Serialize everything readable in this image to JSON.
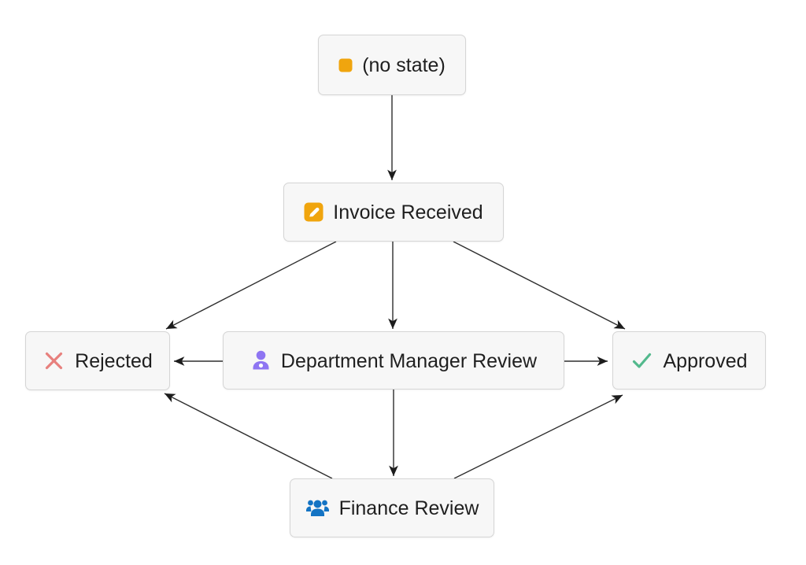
{
  "diagram": {
    "nodes": [
      {
        "id": "no-state",
        "label": "(no state)",
        "icon": "state-square-icon",
        "icon_color": "#F0A50E"
      },
      {
        "id": "invoice-received",
        "label": "Invoice Received",
        "icon": "edit-pencil-icon",
        "icon_color": "#F0A50E"
      },
      {
        "id": "rejected",
        "label": "Rejected",
        "icon": "cross-icon",
        "icon_color": "#E7807D"
      },
      {
        "id": "department-manager-review",
        "label": "Department Manager Review",
        "icon": "person-icon",
        "icon_color": "#8E75F2"
      },
      {
        "id": "approved",
        "label": "Approved",
        "icon": "check-icon",
        "icon_color": "#53B98D"
      },
      {
        "id": "finance-review",
        "label": "Finance Review",
        "icon": "people-group-icon",
        "icon_color": "#1474C4"
      }
    ],
    "edges": [
      {
        "from": "no-state",
        "to": "invoice-received"
      },
      {
        "from": "invoice-received",
        "to": "rejected"
      },
      {
        "from": "invoice-received",
        "to": "department-manager-review"
      },
      {
        "from": "invoice-received",
        "to": "approved"
      },
      {
        "from": "department-manager-review",
        "to": "rejected"
      },
      {
        "from": "department-manager-review",
        "to": "approved"
      },
      {
        "from": "department-manager-review",
        "to": "finance-review"
      },
      {
        "from": "finance-review",
        "to": "rejected"
      },
      {
        "from": "finance-review",
        "to": "approved"
      }
    ],
    "colors": {
      "node_background": "#F7F7F7",
      "node_border": "#D5D5D5",
      "edge": "#2E2E2E",
      "text": "#1F1F1F"
    }
  }
}
